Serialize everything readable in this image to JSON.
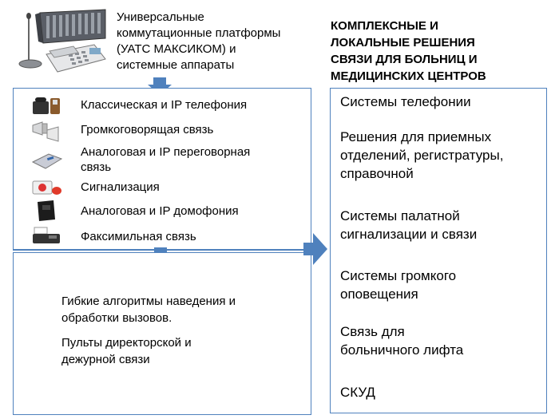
{
  "header": {
    "lines": [
      "Универсальные",
      "коммутационные платформы",
      "(УАТС МАКСИКОМ) и",
      "системные аппараты"
    ]
  },
  "right_title": {
    "lines": [
      "КОМПЛЕКСНЫЕ И",
      "ЛОКАЛЬНЫЕ РЕШЕНИЯ",
      "СВЯЗИ ДЛЯ БОЛЬНИЦ И",
      "МЕДИЦИНСКИХ ЦЕНТРОВ"
    ]
  },
  "top_box": {
    "items": [
      {
        "icon": "desk-phone-icon",
        "lines": [
          "Классическая и IP телефония"
        ]
      },
      {
        "icon": "loudspeaker-icon",
        "lines": [
          "Громкоговорящая связь"
        ]
      },
      {
        "icon": "intercom-panel-icon",
        "lines": [
          "Аналоговая и IP переговорная",
          "связь"
        ]
      },
      {
        "icon": "alarm-icon",
        "lines": [
          "Сигнализация"
        ]
      },
      {
        "icon": "door-phone-icon",
        "lines": [
          "Аналоговая и IP домофония"
        ]
      },
      {
        "icon": "fax-icon",
        "lines": [
          "Факсимильная связь"
        ]
      }
    ]
  },
  "bottom_box": {
    "para1": [
      "Гибкие алгоритмы наведения и",
      "обработки вызовов."
    ],
    "para2": [
      "Пульты директорской и",
      "дежурной связи"
    ]
  },
  "right_box": {
    "items": [
      [
        "Системы телефонии"
      ],
      [
        "Решения для приемных",
        "отделений, регистратуры,",
        "справочной"
      ],
      [
        "Системы палатной",
        "сигнализации и связи"
      ],
      [
        "Системы громкого",
        "оповещения"
      ],
      [
        "Связь для",
        "больничного лифта"
      ],
      [
        "СКУД"
      ]
    ]
  },
  "colors": {
    "box_border": "#4f81bd",
    "arrow_fill": "#4f81bd"
  }
}
